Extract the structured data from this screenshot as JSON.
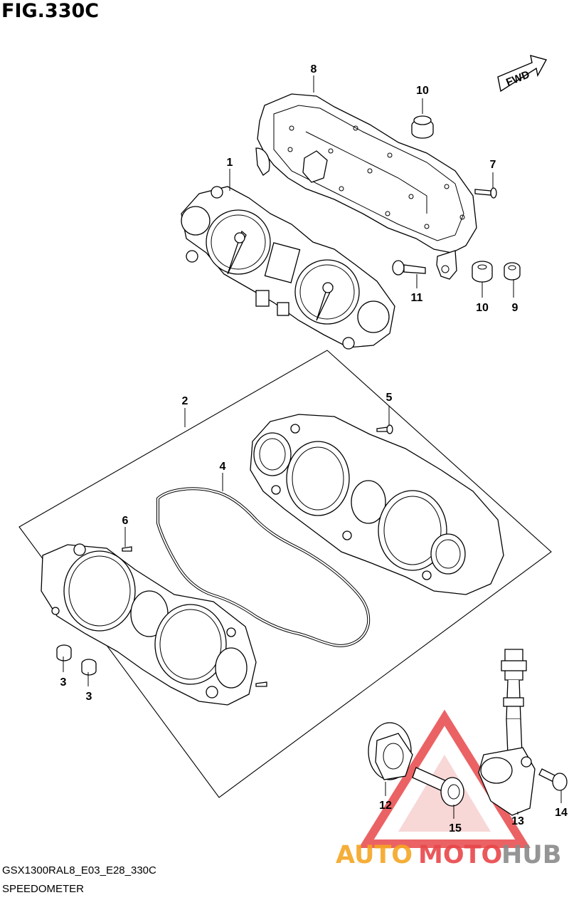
{
  "figure": {
    "title": "FIG.330C",
    "code": "GSX1300RAL8_E03_E28_330C",
    "name": "SPEEDOMETER"
  },
  "direction_label": "FWD",
  "callouts": {
    "c1": "1",
    "c2": "2",
    "c3a": "3",
    "c3b": "3",
    "c4": "4",
    "c5": "5",
    "c6": "6",
    "c7": "7",
    "c8": "8",
    "c9": "9",
    "c10a": "10",
    "c10b": "10",
    "c11": "11",
    "c12": "12",
    "c13": "13",
    "c14": "14",
    "c15": "15"
  },
  "watermark": {
    "part1": "AUTO",
    "part2": "MOTO",
    "part3": "HUB",
    "colors": {
      "orange": "#f5a623",
      "red": "#e8474a",
      "gray": "#8a8a8a"
    }
  }
}
